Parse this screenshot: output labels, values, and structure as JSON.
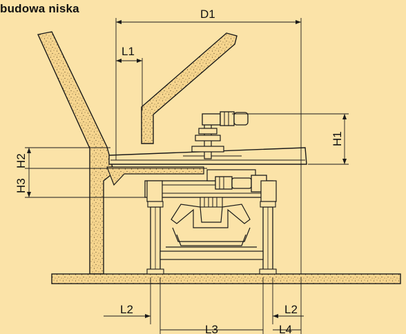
{
  "title": "budowa niska",
  "dimensions": {
    "D1": "D1",
    "L1": "L1",
    "L2_left": "L2",
    "L2_right": "L2",
    "L3": "L3",
    "L4": "L4",
    "H1": "H1",
    "H2": "H2",
    "H3": "H3"
  },
  "colors": {
    "background": "#fbe3a8",
    "line": "#1a1a1a",
    "concrete": "#f6d58e"
  }
}
